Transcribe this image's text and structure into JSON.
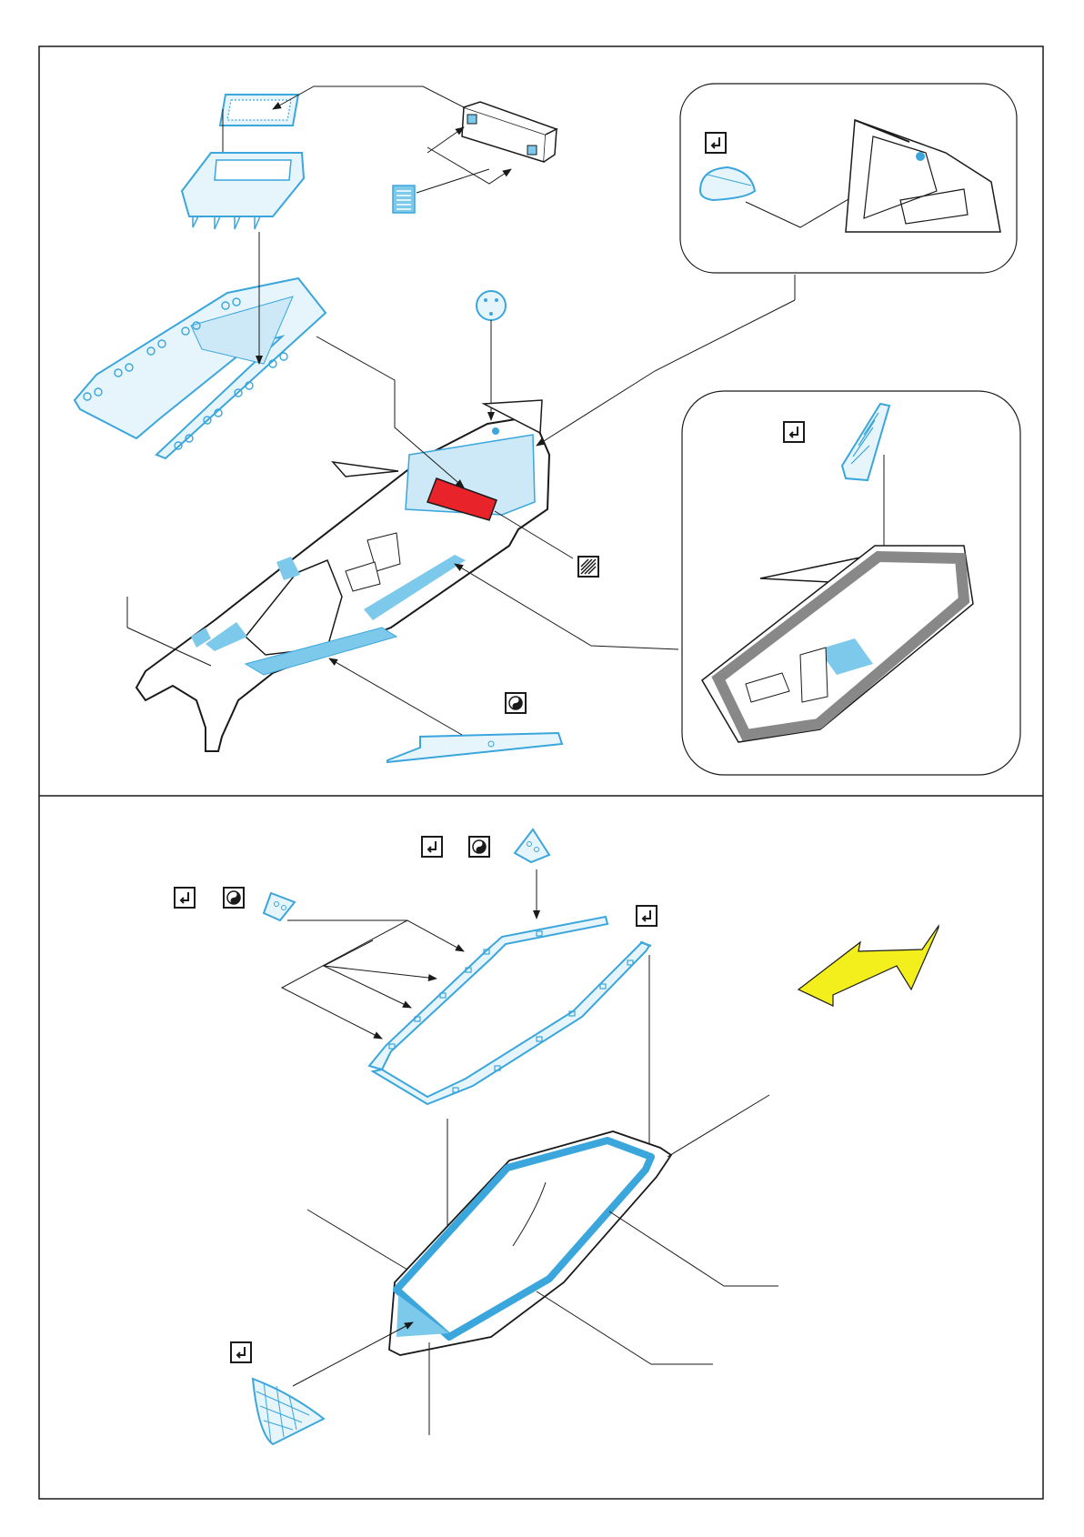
{
  "diagram": {
    "kind": "model-kit-photo-etch-instruction-sheet",
    "panels": [
      {
        "id": "top-panel",
        "insets": [
          "canopy-sight-inset",
          "cockpit-ladder-inset"
        ]
      },
      {
        "id": "bottom-panel"
      }
    ],
    "symbols": {
      "bend": "bend-symbol",
      "fold": "fold-symbol",
      "paint": "paint-red-symbol"
    },
    "colors": {
      "etched_part": "#7cc9ec",
      "etched_part_fill": "#cde9f7",
      "etched_outline": "#3aa6db",
      "paint_red": "#e8232a",
      "direction_arrow": "#f3ef1c",
      "line_art": "#1a1a1a"
    },
    "direction_arrow": {
      "icon": "yellow-direction-arrow"
    }
  }
}
